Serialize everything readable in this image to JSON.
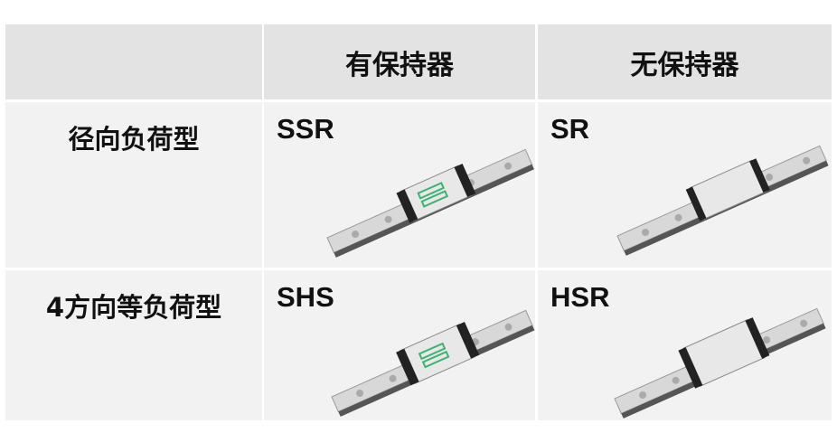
{
  "header": {
    "blank": "",
    "col1": "有保持器",
    "col2": "无保持器"
  },
  "rows": [
    {
      "label": "径向负荷型",
      "with_retainer": "SSR",
      "without_retainer": "SR"
    },
    {
      "label": "4方向等负荷型",
      "with_retainer": "SHS",
      "without_retainer": "HSR"
    }
  ],
  "colors": {
    "header_bg": "#e3e3e3",
    "cell_bg": "#f2f2f2",
    "retainer_green": "#3cb371"
  }
}
